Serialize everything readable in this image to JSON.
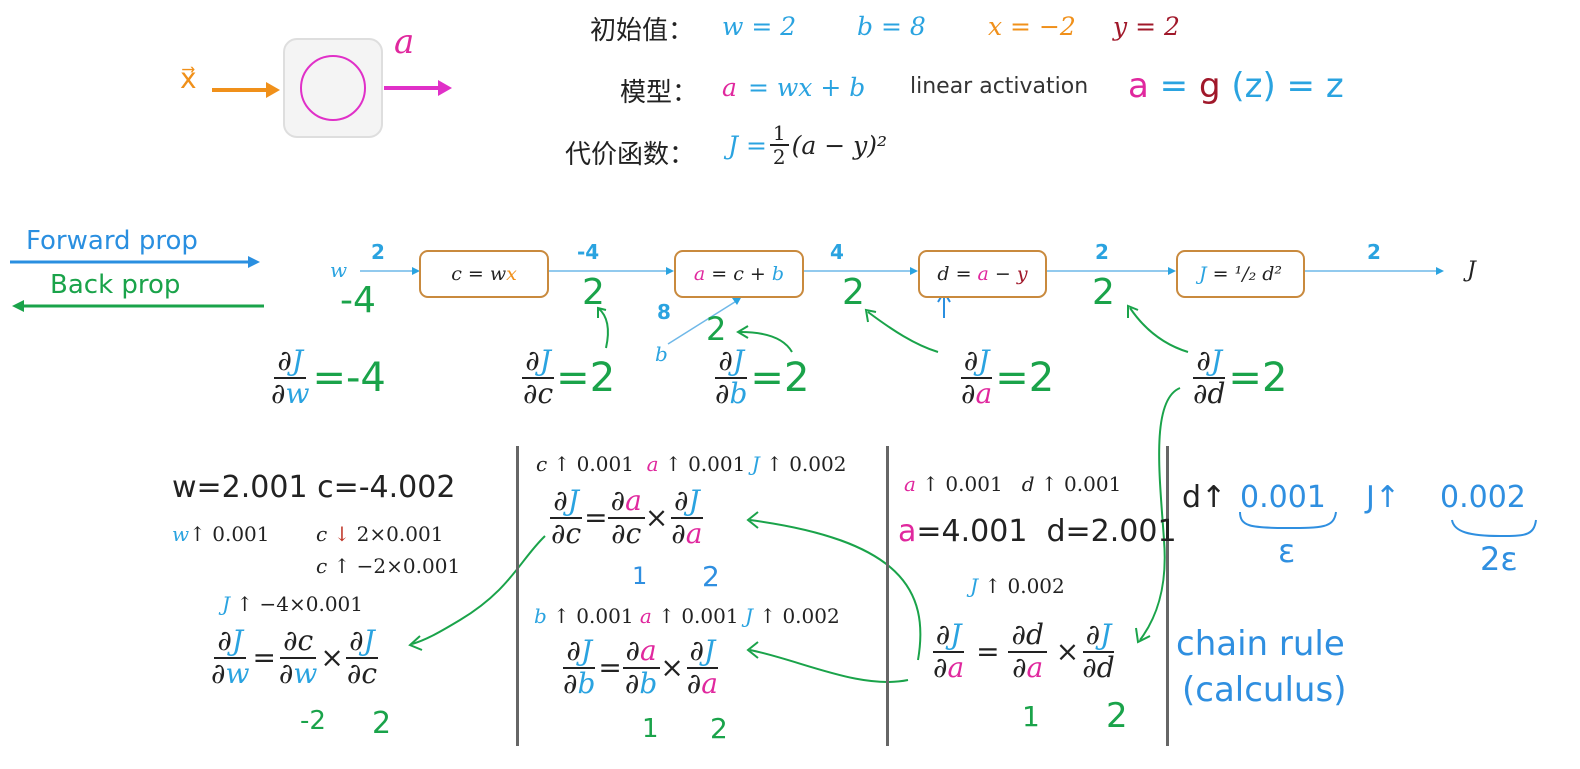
{
  "header": {
    "init_label": "初始值：",
    "model_label": "模型：",
    "cost_label": "代价函数：",
    "w_eq": "w = 2",
    "b_eq": "b = 8",
    "x_eq": "x = −2",
    "y_eq": "y = 2",
    "model_a": "a",
    "model_rhs": "= wx + b",
    "linear_activation": "linear activation",
    "activation_hw": "a = g (z) = z",
    "cost_J": "J =",
    "cost_num": "1",
    "cost_den": "2",
    "cost_rest": "(a − y)²"
  },
  "neuron": {
    "input_label": "x⃗",
    "output_label": "a"
  },
  "legend": {
    "forward": "Forward prop",
    "back": "Back prop"
  },
  "graph": {
    "w_label": "w",
    "w_val": "2",
    "w_grad": "-4",
    "node_c": "c = wx",
    "c_val": "-4",
    "c_grad": "2",
    "node_a": "a = c + b",
    "b_label": "b",
    "b_val": "8",
    "b_grad": "2",
    "a_val": "4",
    "a_grad": "2",
    "node_d": "d = a − y",
    "d_val": "2",
    "d_grad": "2",
    "node_J": "J = ¹/₂ d²",
    "J_val": "2",
    "J_label": "J"
  },
  "derivs": {
    "dJdw": "=-4",
    "dJdc": "=2",
    "dJdb": "=2",
    "dJda": "=2",
    "dJdd": "=2"
  },
  "panel1": {
    "hw_line": "w=2.001  c=-4.002",
    "w_up": "↑ 0.001",
    "c_down": "↓ 2×0.001",
    "c_up": "↑ −2×0.001",
    "J_up": "↑ −4×0.001",
    "under_1": "-2",
    "under_2": "2"
  },
  "panel2": {
    "top_line": "c ↑ 0.001   a ↑ 0.001  J ↑ 0.002",
    "mid_line": "b ↑ 0.001  a ↑ 0.001  J ↑ 0.002",
    "under_c1": "1",
    "under_c2": "2",
    "under_b1": "1",
    "under_b2": "2"
  },
  "panel3": {
    "top_line": "a ↑ 0.001    d ↑ 0.001",
    "hw_line": "a=4.001  d=2.001",
    "J_up": "J ↑ 0.002",
    "under_1": "1",
    "under_2": "2"
  },
  "panel4": {
    "d_up": "d↑",
    "d_amt": "0.001",
    "J_up": "J↑",
    "J_amt": "0.002",
    "eps": "ε",
    "two_eps": "2ε",
    "chain_rule_1": "chain rule",
    "chain_rule_2": "(calculus)"
  },
  "colors": {
    "blue": "#2aa3e0",
    "pink": "#e0289e",
    "orange": "#f0901a",
    "red": "#a0182a",
    "green": "#1aa34a",
    "node_border": "#c98a3e"
  }
}
